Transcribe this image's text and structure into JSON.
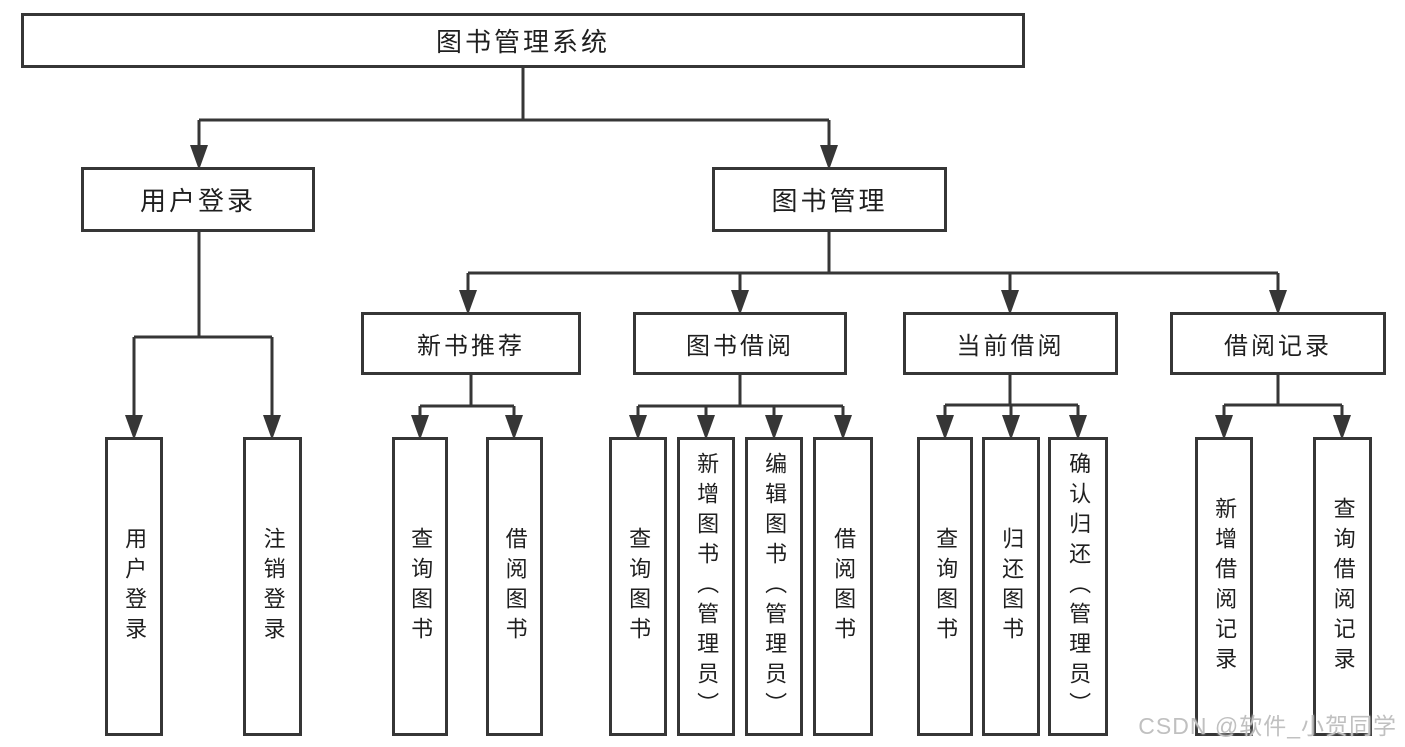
{
  "tree": {
    "root": {
      "label": "图书管理系统"
    },
    "user_login": {
      "label": "用户登录",
      "children": [
        {
          "label": "用户登录"
        },
        {
          "label": "注销登录"
        }
      ]
    },
    "book_management": {
      "label": "图书管理",
      "sections": [
        {
          "label": "新书推荐",
          "children": [
            {
              "label": "查询图书"
            },
            {
              "label": "借阅图书"
            }
          ]
        },
        {
          "label": "图书借阅",
          "children": [
            {
              "label": "查询图书"
            },
            {
              "label": "新增图书（管理员）"
            },
            {
              "label": "编辑图书（管理员）"
            },
            {
              "label": "借阅图书"
            }
          ]
        },
        {
          "label": "当前借阅",
          "children": [
            {
              "label": "查询图书"
            },
            {
              "label": "归还图书"
            },
            {
              "label": "确认归还（管理员）"
            }
          ]
        },
        {
          "label": "借阅记录",
          "children": [
            {
              "label": "新增借阅记录"
            },
            {
              "label": "查询借阅记录"
            }
          ]
        }
      ]
    }
  },
  "watermark": {
    "text": "CSDN @软件_小贺同学"
  },
  "colors": {
    "border": "#363636",
    "line": "#363636",
    "text": "#1f1f1f",
    "background": "#ffffff",
    "watermark": "#c0c0c0"
  }
}
